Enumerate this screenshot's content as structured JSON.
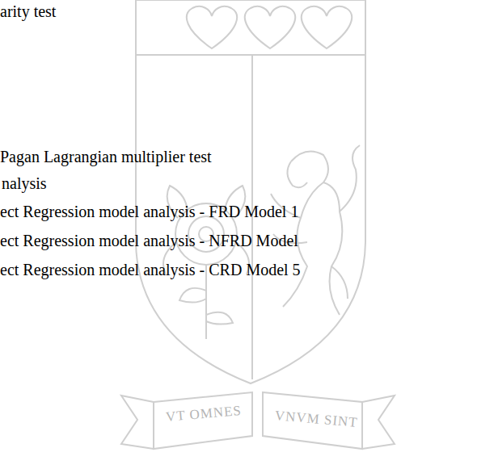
{
  "diagram": {
    "labels": [
      "arity test",
      "Pagan Lagrangian multiplier test",
      "nalysis",
      "ect Regression model analysis - FRD Model 1",
      "ect Regression model analysis - NFRD Model",
      "ect Regression model analysis - CRD Model 5",
      "VT OMNES",
      "VNVM SINT"
    ]
  }
}
